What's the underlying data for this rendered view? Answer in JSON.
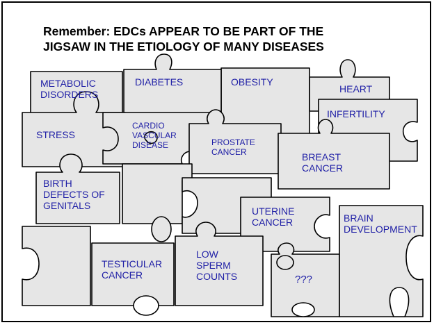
{
  "slide": {
    "title_line1": "Remember:  EDCs APPEAR TO BE PART OF THE",
    "title_line2": "JIGSAW IN THE ETIOLOGY OF MANY DISEASES"
  },
  "pieces": {
    "metabolic": "METABOLIC\nDISORDERS",
    "diabetes": "DIABETES",
    "obesity": "OBESITY",
    "heart": "HEART",
    "infertility": "INFERTILITY",
    "stress": "STRESS",
    "cardio": "CARDIO\nVASCULAR\nDISEASE",
    "prostate": "PROSTATE\nCANCER",
    "breast": "BREAST\nCANCER",
    "birth": "BIRTH\nDEFECTS OF\nGENITALS",
    "uterine": "UTERINE\nCANCER",
    "brain": "BRAIN\nDEVELOPMENT",
    "testicular": "TESTICULAR\nCANCER",
    "sperm": "LOW\nSPERM\nCOUNTS",
    "unknown": "???"
  },
  "colors": {
    "piece_fill": "#e6e6e6",
    "piece_stroke": "#000000",
    "label": "#1f1fa6"
  }
}
